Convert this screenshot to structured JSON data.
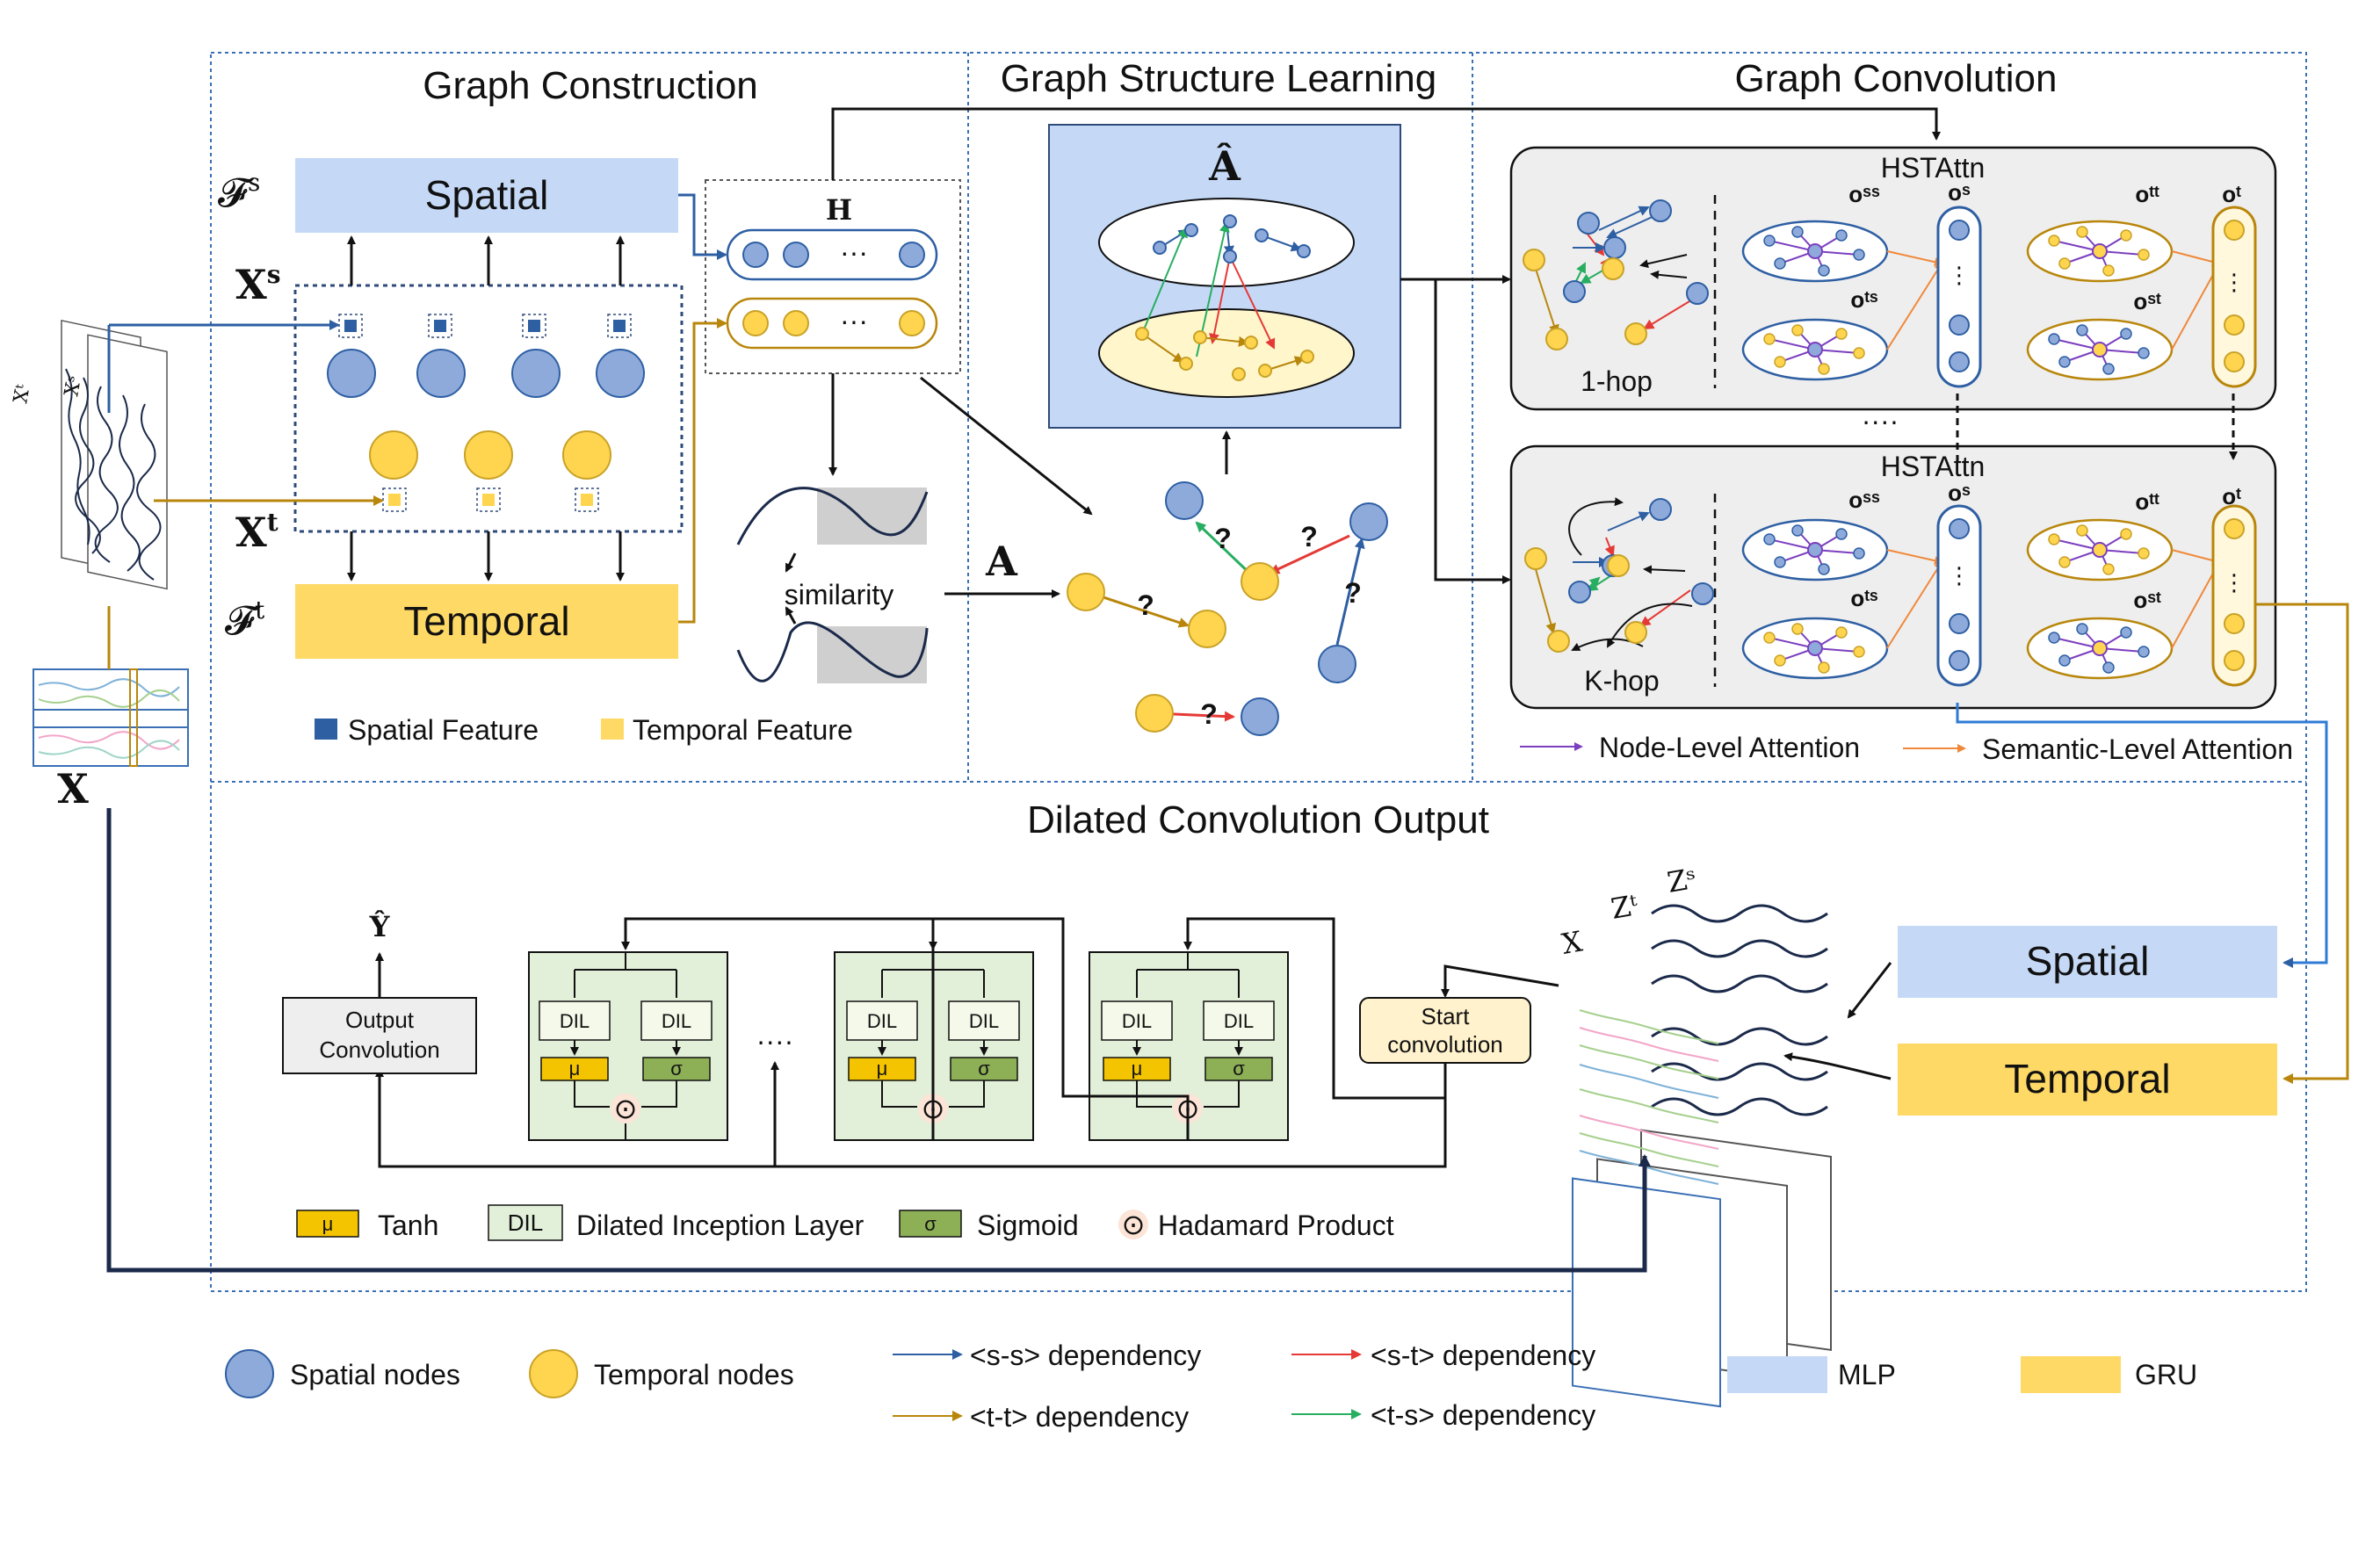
{
  "sections": {
    "graph_construction": "Graph Construction",
    "graph_structure_learning": "Graph Structure Learning",
    "graph_convolution": "Graph Convolution",
    "dilated_output": "Dilated Convolution Output"
  },
  "construction": {
    "spatial": "Spatial",
    "temporal": "Temporal",
    "f_s": "𝓕",
    "f_s_sup": "s",
    "f_t": "𝓕",
    "f_t_sup": "t",
    "x_s": "X",
    "x_s_sup": "s",
    "x_t": "X",
    "x_t_sup": "t",
    "h": "H",
    "dots": "···",
    "similarity": "similarity",
    "legend_spatial": "Spatial Feature",
    "legend_temporal": "Temporal Feature"
  },
  "input": {
    "x": "X",
    "x_t_label": "Xᵗ",
    "x_s_label": "Xˢ"
  },
  "structure": {
    "a_hat": "Â",
    "a": "A",
    "q": "?"
  },
  "convolution": {
    "hstattn": "HSTAttn",
    "one_hop": "1-hop",
    "k_hop": "K-hop",
    "o_ss": "oˢˢ",
    "o_ts": "oᵗˢ",
    "o_s": "oˢ",
    "o_tt": "oᵗᵗ",
    "o_st": "oˢᵗ",
    "o_t": "oᵗ",
    "vdots": "⋮",
    "between_dots": "····",
    "node_level": "Node-Level Attention",
    "semantic_level": "Semantic-Level Attention"
  },
  "dilated": {
    "y_hat": "Ŷ",
    "output_conv_1": "Output",
    "output_conv_2": "Convolution",
    "dil": "DIL",
    "mu": "μ",
    "sigma": "σ",
    "hadamard": "⊙",
    "dots": "····",
    "start_conv_1": "Start",
    "start_conv_2": "convolution",
    "spatial": "Spatial",
    "temporal": "Temporal",
    "stack_x": "X",
    "stack_zt": "Zᵗ",
    "stack_zs": "Zˢ",
    "legend_tanh": "Tanh",
    "legend_dil": "Dilated Inception Layer",
    "legend_sigmoid": "Sigmoid",
    "legend_hadamard": "Hadamard Product"
  },
  "bottom_legend": {
    "spatial_nodes": "Spatial nodes",
    "temporal_nodes": "Temporal nodes",
    "ss": "<s-s> dependency",
    "tt": "<t-t> dependency",
    "st": "<s-t> dependency",
    "ts": "<t-s> dependency",
    "mlp": "MLP",
    "gru": "GRU"
  },
  "colors": {
    "spatial_box": "#c5d9f7",
    "temporal_box": "#ffd966",
    "spatial_node": "#8eaadb",
    "temporal_node": "#ffd54f",
    "ss_arrow": "#2e5fa3",
    "tt_arrow": "#b8860b",
    "st_arrow": "#e53935",
    "ts_arrow": "#27ae60",
    "node_attention": "#7b3fbf",
    "semantic_attention": "#f0883a",
    "dil_panel": "#e2efd9"
  }
}
